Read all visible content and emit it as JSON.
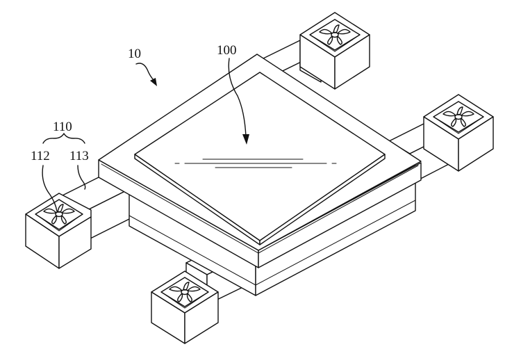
{
  "labels": {
    "device": "10",
    "panel": "100",
    "module": "110",
    "fan": "112",
    "housing": "113"
  }
}
